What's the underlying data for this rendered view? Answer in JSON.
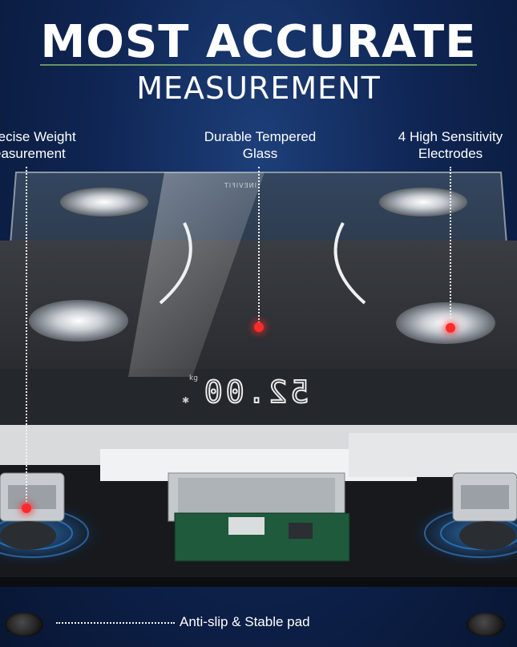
{
  "headline": {
    "title": "MOST ACCURATE",
    "subtitle": "MEASUREMENT"
  },
  "callouts": {
    "weight": "recise Weight\neasurement",
    "glass": "Durable Tempered\nGlass",
    "electrodes": "4 High Sensitivity\nElectrodes"
  },
  "display": {
    "reading": "52.00",
    "unit": "kg"
  },
  "brand_mark": "INEVIFIT",
  "footer": {
    "pad_label": "Anti-slip & Stable pad"
  },
  "colors": {
    "background": "#0f2553",
    "indicator": "#ff2a2a",
    "glow": "#3aa0ff"
  }
}
